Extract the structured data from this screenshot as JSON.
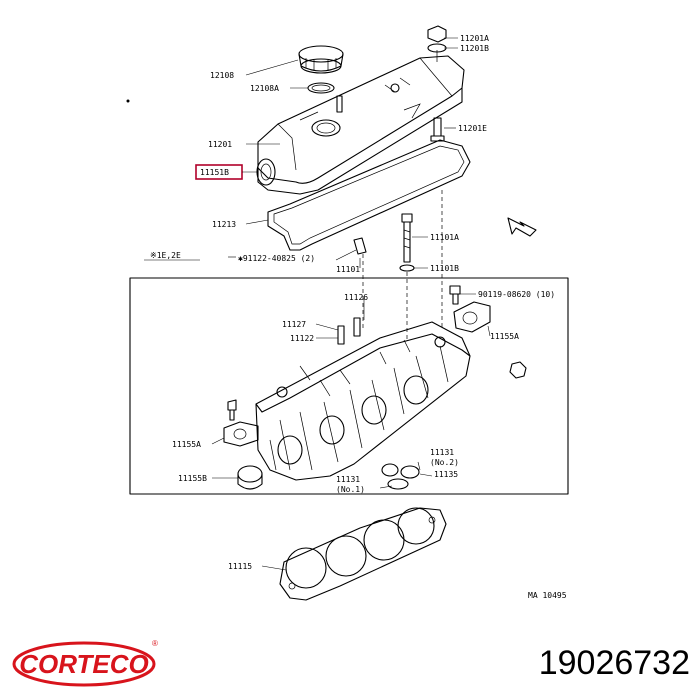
{
  "diagram": {
    "labels": {
      "p12108": "12108",
      "p12108A": "12108A",
      "p11201A": "11201A",
      "p11201B": "11201B",
      "p11201E": "11201E",
      "p11201": "11201",
      "p11151B": "11151B",
      "p11213": "11213",
      "p11101A": "11101A",
      "p11101B": "11101B",
      "noteRef": "※1E,2E",
      "p91122": "✱91122-40825 (2)",
      "p11101": "11101",
      "p11126": "11126",
      "p11127": "11127",
      "p11122": "11122",
      "p90119": "90119-08620 (10)",
      "p11155A_r": "11155A",
      "p11155A_l": "11155A",
      "p11155B": "11155B",
      "p11131_2": "11131",
      "p11131_2b": "(No.2)",
      "p11135": "11135",
      "p11131_1": "11131",
      "p11131_1b": "(No.1)",
      "p11115": "11115",
      "code": "MA 10495"
    }
  },
  "brand": {
    "logo_text": "CORTECO",
    "registered": "®",
    "color": "#d8141c"
  },
  "part_number": "19026732"
}
